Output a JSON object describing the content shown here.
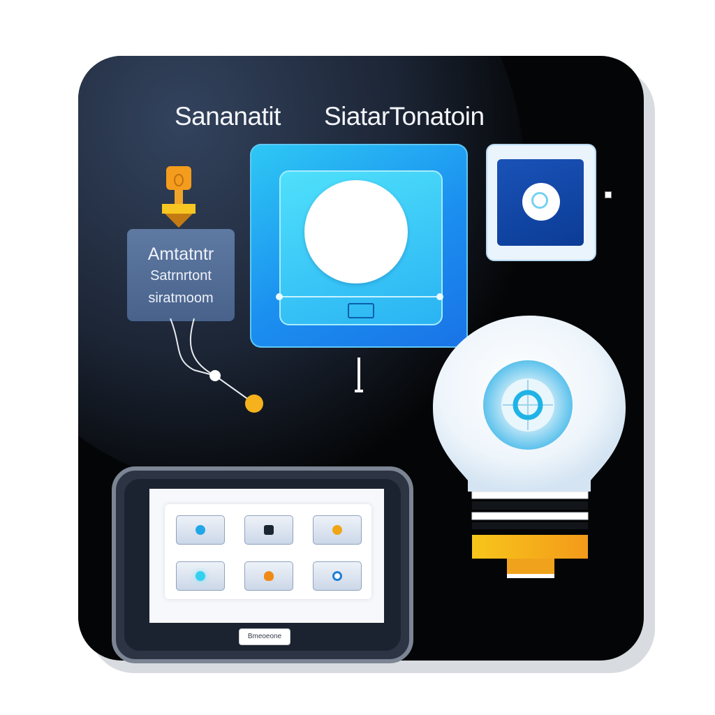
{
  "header": {
    "title_left": "Sananatit",
    "title_right": "SiatarTonatoin"
  },
  "info_card": {
    "line1": "Amtatntr",
    "line2": "Satrnrtont",
    "line3": "siratmoom"
  },
  "tablet": {
    "button_label": "Bmeoeone",
    "apps": [
      {
        "icon": "camera-icon",
        "color": "#22a7e6"
      },
      {
        "icon": "speaker-icon",
        "color": "#1b2633"
      },
      {
        "icon": "sun-icon",
        "color": "#f0a517"
      },
      {
        "icon": "light-icon",
        "color": "#33d0f0"
      },
      {
        "icon": "flame-icon",
        "color": "#f08a17"
      },
      {
        "icon": "target-icon",
        "color": "#1d7fd6"
      }
    ]
  },
  "colors": {
    "panel": "#040506",
    "accent_blue": "#1b8ff0",
    "accent_cyan": "#2ec9f4",
    "accent_orange": "#f5a623",
    "card_blue": "#5e79a2"
  }
}
